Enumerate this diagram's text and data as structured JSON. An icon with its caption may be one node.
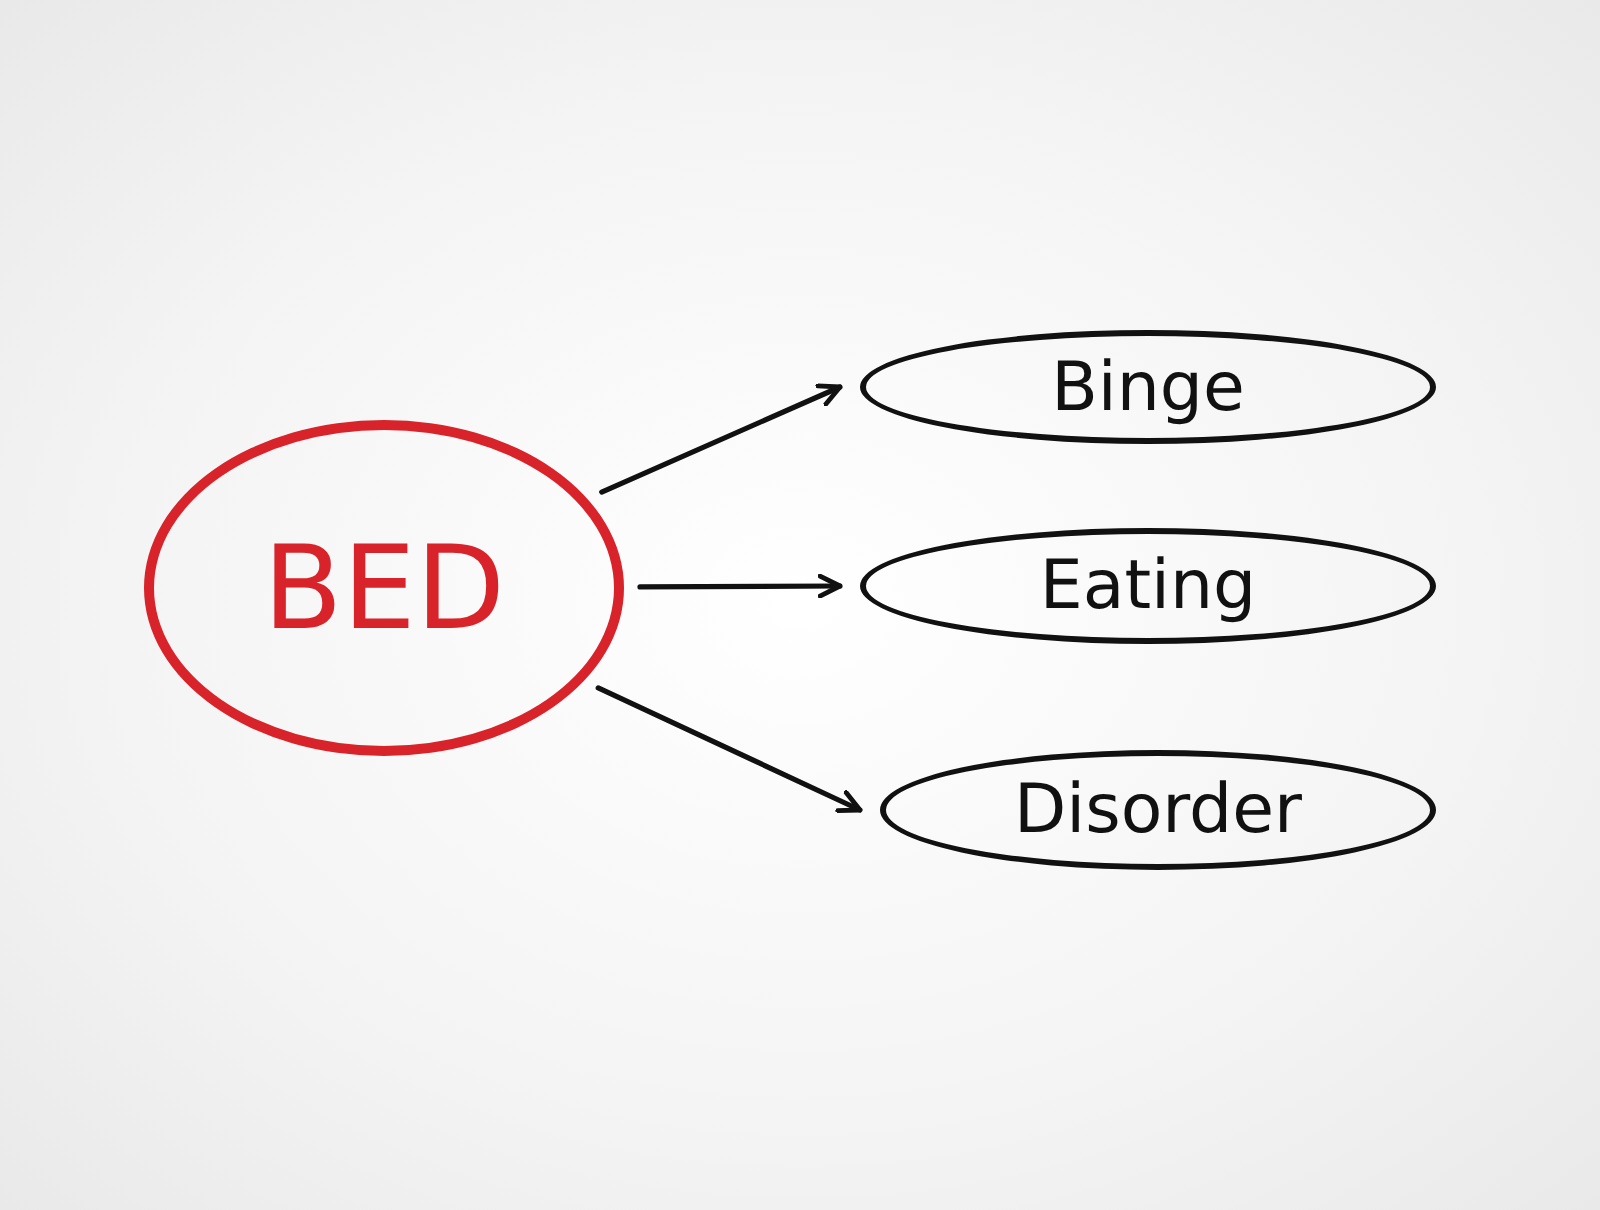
{
  "diagram": {
    "nodes": [
      {
        "text": [
          "BED"
        ]
      },
      {
        "text": [
          "Binge"
        ]
      },
      {
        "text": [
          "Eating"
        ]
      },
      {
        "text": [
          "Disorder"
        ]
      }
    ],
    "edges": [
      {
        "from": 0,
        "to": 1,
        "arrow": "to"
      },
      {
        "from": 0,
        "to": 2,
        "arrow": "to"
      },
      {
        "from": 0,
        "to": 3,
        "arrow": "to"
      }
    ]
  }
}
